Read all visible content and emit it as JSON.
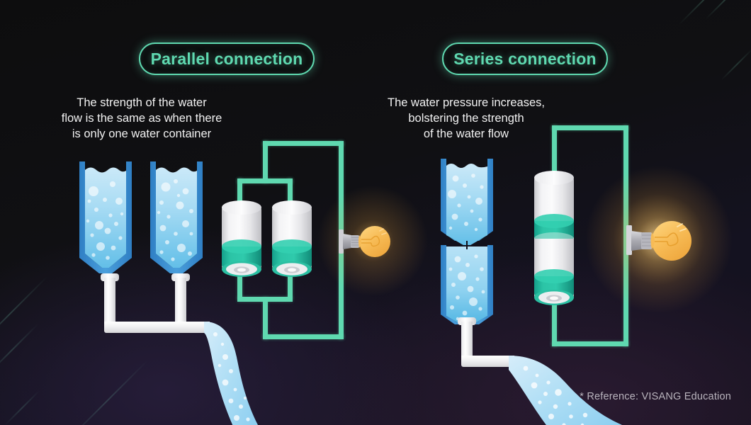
{
  "figure": {
    "background_color": "#101013",
    "accent_color": "#5fd9b0",
    "water_color": "#7ecbf0",
    "bulb_color": "#f5b942",
    "reference": "* Reference: VISANG Education"
  },
  "panels": [
    {
      "id": "parallel",
      "title": "Parallel connection",
      "caption": "The strength of the water\nflow is the same as when there\nis only one water container",
      "containers": 2,
      "batteries": 2,
      "arrangement": "parallel",
      "bulb_brightness": "normal",
      "stream_strength": "normal"
    },
    {
      "id": "series",
      "title": "Series connection",
      "caption": "The water pressure increases,\nbolstering the strength\nof the water flow",
      "containers": 2,
      "batteries": 2,
      "arrangement": "series",
      "bulb_brightness": "bright",
      "stream_strength": "strong"
    }
  ],
  "icons": {
    "water_container": "water-container-icon",
    "battery": "battery-icon",
    "bulb": "light-bulb-icon",
    "pipe": "pipe-icon",
    "wire": "wire-icon",
    "water_stream": "water-stream-icon"
  }
}
